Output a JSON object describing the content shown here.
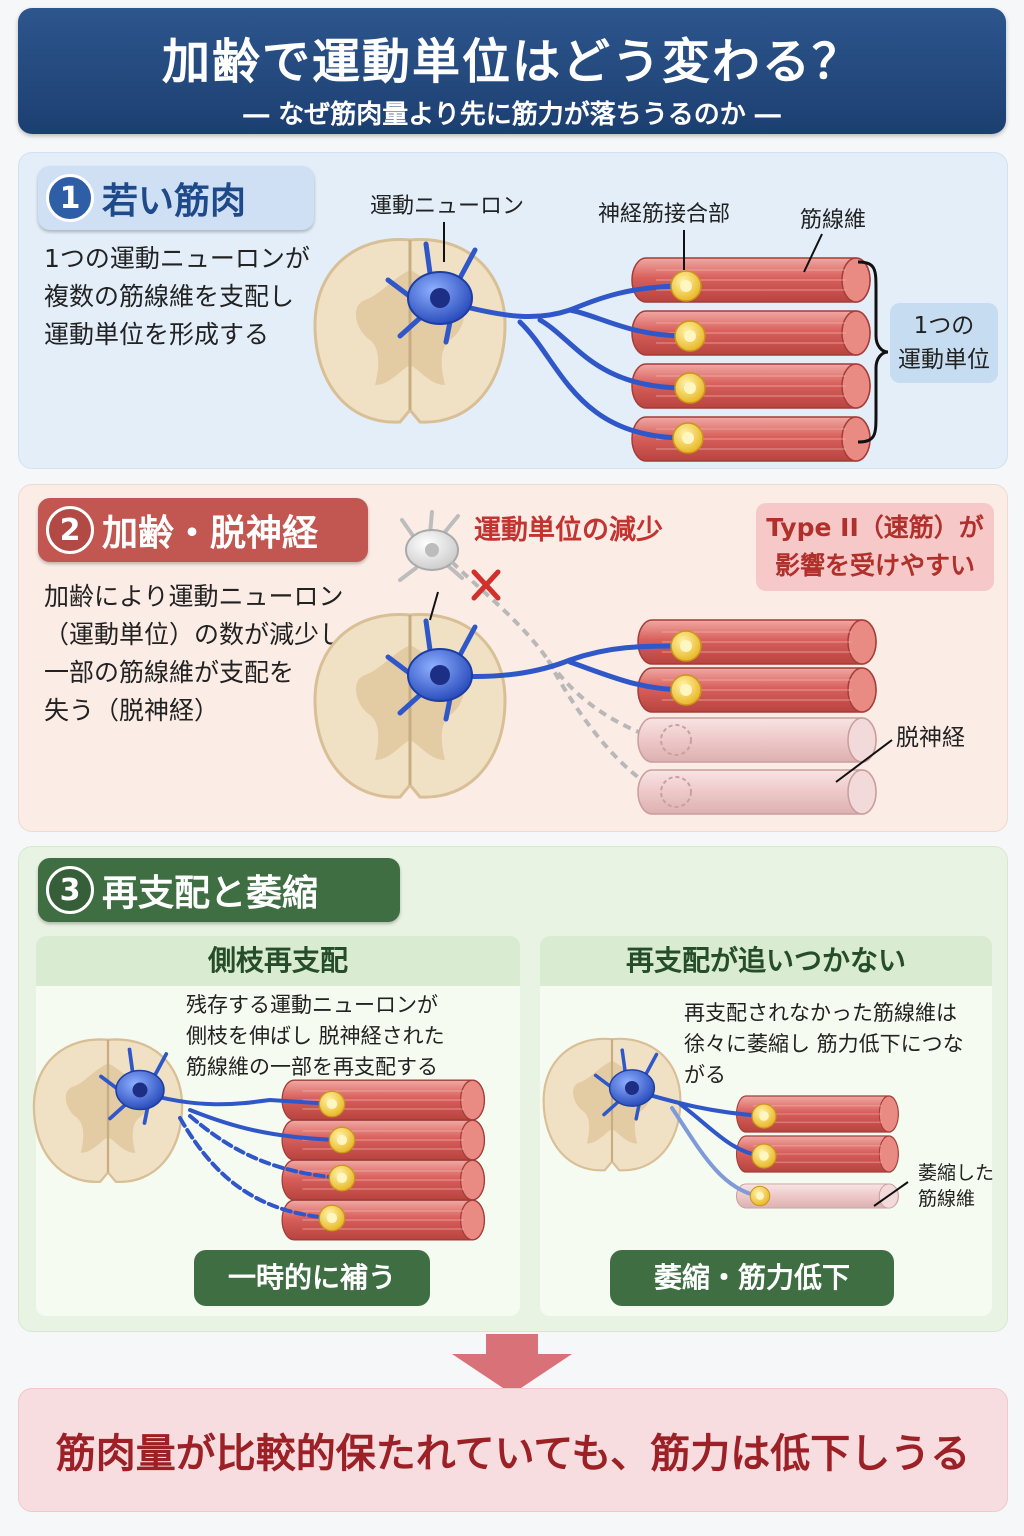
{
  "header": {
    "title": "加齢で運動単位はどう変わる？",
    "subtitle": "― なぜ筋肉量より先に筋力が落ちうるのか ―"
  },
  "section1": {
    "num": "1",
    "title": "若い筋肉",
    "desc": [
      "1つの運動ニューロンが",
      "複数の筋線維を支配し",
      "運動単位を形成する"
    ],
    "labels": {
      "neuron": "運動ニューロン",
      "nmj": "神経筋接合部",
      "fiber": "筋線維"
    },
    "unit_box": [
      "1つの",
      "運動単位"
    ]
  },
  "section2": {
    "num": "2",
    "title": "加齢・脱神経",
    "desc": [
      "加齢により運動ニューロン",
      "（運動単位）の数が減少し",
      "一部の筋線維が支配を",
      "失う（脱神経）"
    ],
    "warning": "運動単位の減少",
    "type_box": [
      "Type II（速筋）が",
      "影響を受けやすい"
    ],
    "denervation_label": "脱神経"
  },
  "section3": {
    "num": "3",
    "title": "再支配と萎縮",
    "left": {
      "heading": "側枝再支配",
      "desc": [
        "残存する運動ニューロンが",
        "側枝を伸ばし 脱神経された",
        "筋線維の一部を再支配する"
      ],
      "result": "一時的に補う"
    },
    "right": {
      "heading": "再支配が追いつかない",
      "desc": [
        "再支配されなかった筋線維は",
        "徐々に萎縮し 筋力低下につながる"
      ],
      "atrophy_label": [
        "萎縮した",
        "筋線維"
      ],
      "result": "萎縮・筋力低下"
    }
  },
  "conclusion": "筋肉量が比較的保たれていても、筋力は低下しうる",
  "colors": {
    "header": "#1c3f71",
    "neuron": "#2f57c8",
    "muscle": "#d9605c",
    "synapse": "#f2c233",
    "warning": "#c33431",
    "green": "#3e6e42"
  }
}
